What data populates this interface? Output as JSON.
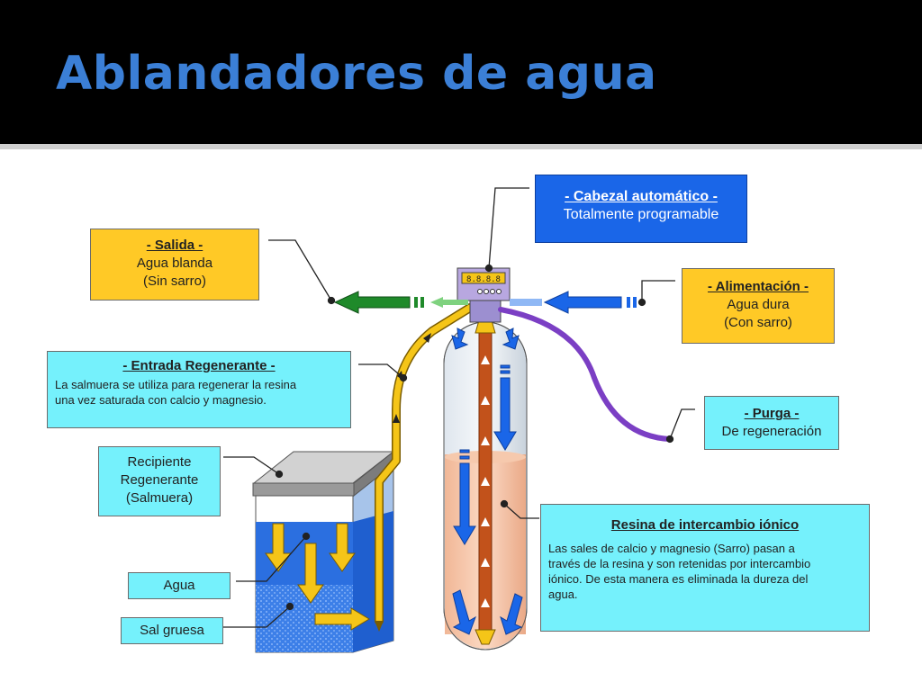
{
  "title": "Ablandadores de agua",
  "display_readout": "8.8.8.8",
  "labels": {
    "cabezal": {
      "heading": "- Cabezal automático -",
      "body": "Totalmente programable"
    },
    "salida": {
      "heading": "- Salida -",
      "line1": "Agua blanda",
      "line2": "(Sin sarro)"
    },
    "alimentacion": {
      "heading": "- Alimentación -",
      "line1": "Agua dura",
      "line2": "(Con sarro)"
    },
    "entrada": {
      "heading": "- Entrada Regenerante -",
      "line1": "La salmuera se utiliza para regenerar la resina",
      "line2": "una vez saturada con calcio y magnesio."
    },
    "recipiente": {
      "line1": "Recipiente",
      "line2": "Regenerante",
      "line3": "(Salmuera)"
    },
    "purga": {
      "heading": "- Purga -",
      "body": "De regeneración"
    },
    "agua": {
      "text": "Agua"
    },
    "sal": {
      "text": "Sal gruesa"
    },
    "resina": {
      "heading": "Resina de intercambio iónico",
      "line1": "Las sales de calcio y magnesio (Sarro) pasan a",
      "line2": "través de la resina y son retenidas por intercambio",
      "line3": "iónico. De esta manera es eliminada la dureza del",
      "line4": "agua."
    }
  },
  "colors": {
    "title": "#3b7fd6",
    "label_yellow": "#ffc926",
    "label_cyan": "#75f1fc",
    "label_blue": "#1a66e8",
    "soft_water_pipe": "#1f8a2a",
    "hard_water_pipe": "#1a66e8",
    "brine_pipe": "#f5c518",
    "purge_pipe": "#7b3fc4",
    "resin": "#f5c4a8"
  }
}
